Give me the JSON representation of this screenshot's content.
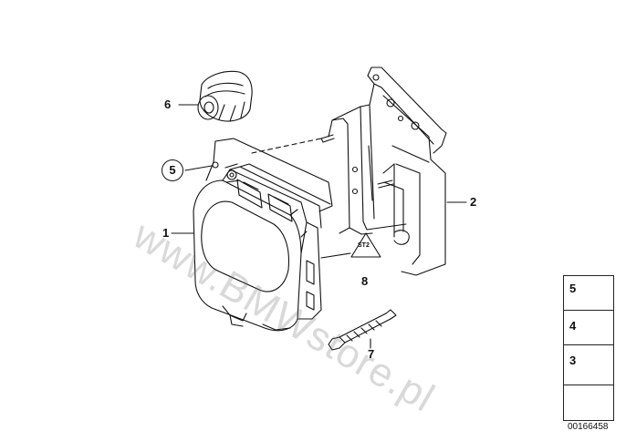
{
  "callouts": {
    "part1": "1",
    "part2": "2",
    "part5_circled": "5",
    "part6": "6",
    "part7": "7",
    "part8": "8",
    "label_sticker": "ST2"
  },
  "side_panel": {
    "items": [
      "5",
      "4",
      "3"
    ]
  },
  "document_number": "00166458",
  "watermark": "www.BMWstore.pl"
}
